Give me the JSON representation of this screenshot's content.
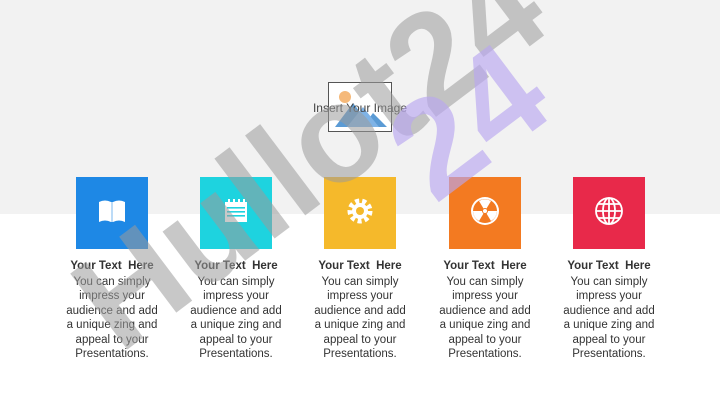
{
  "placeholder": {
    "label": "Insert Your Image",
    "icon": "image-icon"
  },
  "watermark": {
    "text": "Hullot24"
  },
  "cards": [
    {
      "color": "#1e88e5",
      "icon": "book-icon",
      "title": "Your Text  Here",
      "lines": [
        "You can simply",
        "impress your",
        "audience and add",
        "a unique zing and",
        "appeal to your",
        "Presentations."
      ]
    },
    {
      "color": "#1ed3df",
      "icon": "notepad-icon",
      "title": "Your Text  Here",
      "lines": [
        "You can simply",
        "impress your",
        "audience and add",
        "a unique zing and",
        "appeal to your",
        "Presentations."
      ]
    },
    {
      "color": "#f5b92b",
      "icon": "gear-icon",
      "title": "Your Text  Here",
      "lines": [
        "You can simply",
        "impress your",
        "audience and add",
        "a unique zing and",
        "appeal to your",
        "Presentations."
      ]
    },
    {
      "color": "#f37a21",
      "icon": "radiation-icon",
      "title": "Your Text  Here",
      "lines": [
        "You can simply",
        "impress your",
        "audience and add",
        "a unique zing and",
        "appeal to your",
        "Presentations."
      ]
    },
    {
      "color": "#e8294a",
      "icon": "globe-icon",
      "title": "Your Text  Here",
      "lines": [
        "You can simply",
        "impress your",
        "audience and add",
        "a unique zing and",
        "appeal to your",
        "Presentations."
      ]
    }
  ]
}
